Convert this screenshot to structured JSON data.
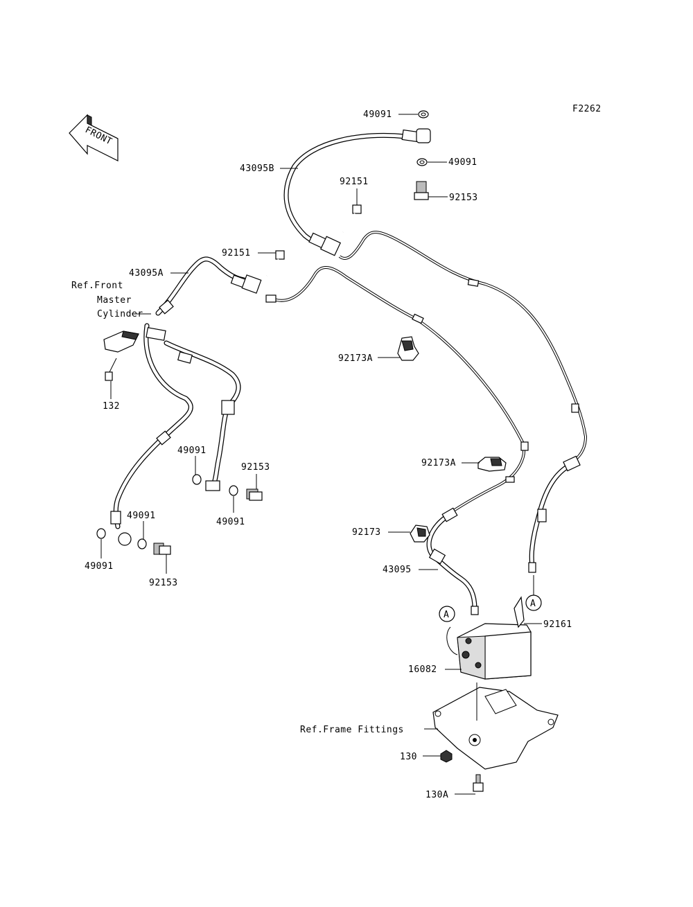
{
  "figure_code": "F2262",
  "front_arrow": "FRONT",
  "labels": {
    "l_49091_top": "49091",
    "l_49091_mid": "49091",
    "l_92153_top": "92153",
    "l_43095B": "43095B",
    "l_92151_a": "92151",
    "l_92151_b": "92151",
    "l_43095A": "43095A",
    "ref_front_master_1": "Ref.Front",
    "ref_front_master_2": "Master",
    "ref_front_master_3": "Cylinder",
    "l_132": "132",
    "l_92173A_a": "92173A",
    "l_92173A_b": "92173A",
    "l_49091_left_mid": "49091",
    "l_92153_mid": "92153",
    "l_49091_mid2": "49091",
    "l_49091_low1": "49091",
    "l_49091_low2": "49091",
    "l_92153_low": "92153",
    "l_92173": "92173",
    "l_43095": "43095",
    "l_92161": "92161",
    "l_16082": "16082",
    "ref_frame": "Ref.Frame Fittings",
    "l_130": "130",
    "l_130A": "130A",
    "marker_a_right": "A",
    "marker_a_left": "A"
  }
}
